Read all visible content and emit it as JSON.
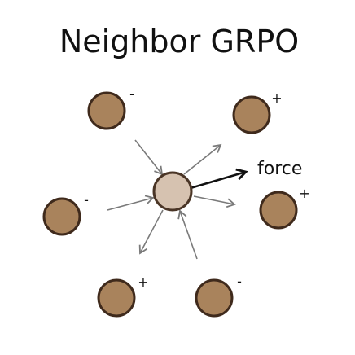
{
  "title": "Neighbor GRPO",
  "force_label": "force",
  "colors": {
    "neighbor_fill": "#a9835c",
    "neighbor_stroke": "#3f2a1c",
    "center_fill": "#d6c2b0",
    "center_stroke": "#4a3526",
    "arrow_gray": "#7a7a7a",
    "force_arrow": "#111111"
  },
  "neighbors": [
    {
      "id": "top-left",
      "sign": "-"
    },
    {
      "id": "top-right",
      "sign": "+"
    },
    {
      "id": "mid-left",
      "sign": "-"
    },
    {
      "id": "mid-right",
      "sign": "+"
    },
    {
      "id": "bottom-left",
      "sign": "+"
    },
    {
      "id": "bottom-right",
      "sign": "-"
    }
  ],
  "arrows": [
    {
      "id": "from-top-left",
      "direction": "inward"
    },
    {
      "id": "to-top-right",
      "direction": "outward"
    },
    {
      "id": "from-mid-left",
      "direction": "inward"
    },
    {
      "id": "to-mid-right",
      "direction": "outward"
    },
    {
      "id": "to-bottom-left",
      "direction": "outward"
    },
    {
      "id": "from-bottom-right",
      "direction": "inward"
    }
  ]
}
